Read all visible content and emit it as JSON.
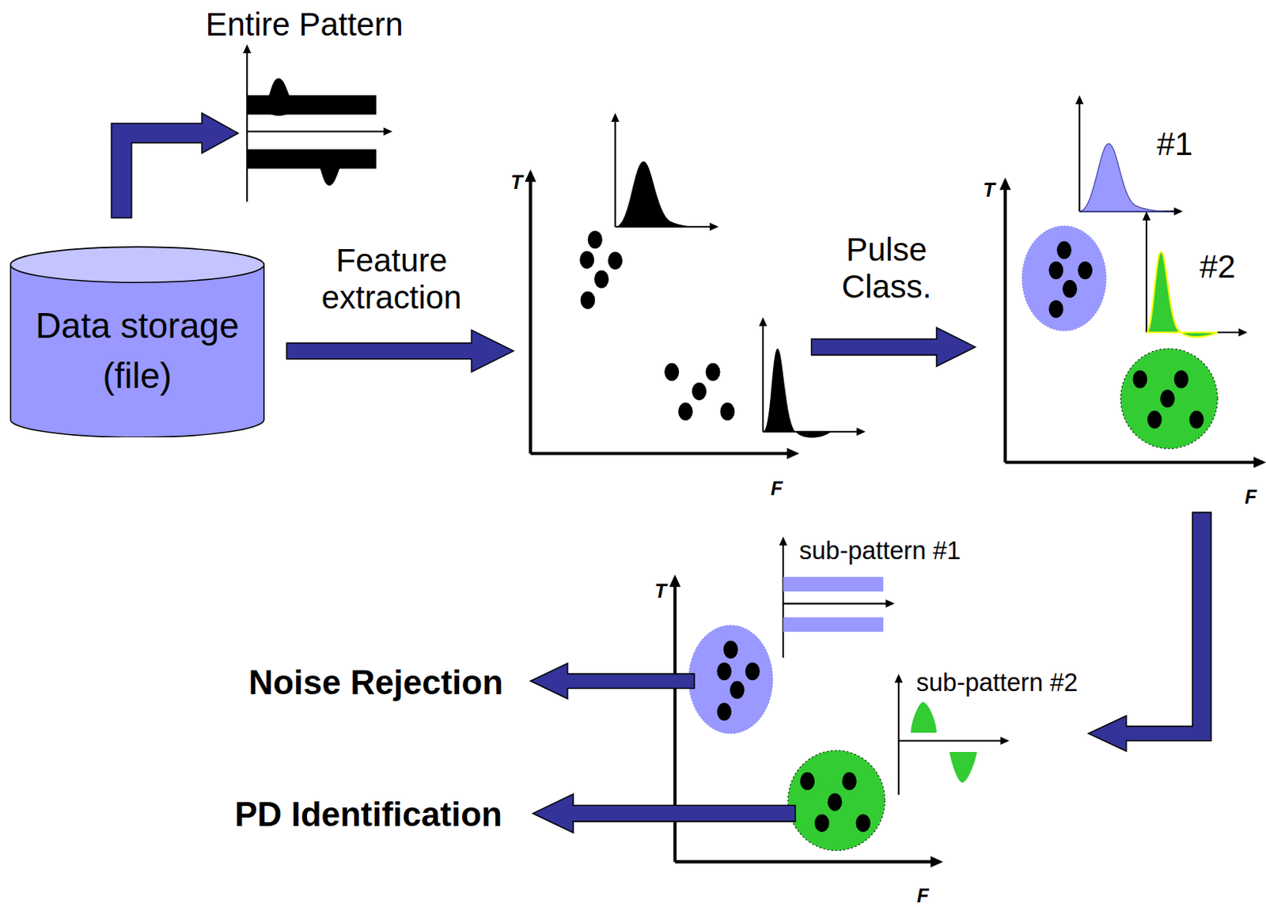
{
  "diagram": {
    "nodes": [
      {
        "text": [
          "Data storage (file)"
        ]
      }
    ],
    "labels": [
      "Entire Pattern",
      "Feature extraction",
      "T",
      "F",
      "Pulse Class.",
      "T",
      "F",
      "#1",
      "#2",
      "sub-pattern #1",
      "sub-pattern #2",
      "T",
      "F",
      "Noise Rejection",
      "PD Identification"
    ]
  }
}
